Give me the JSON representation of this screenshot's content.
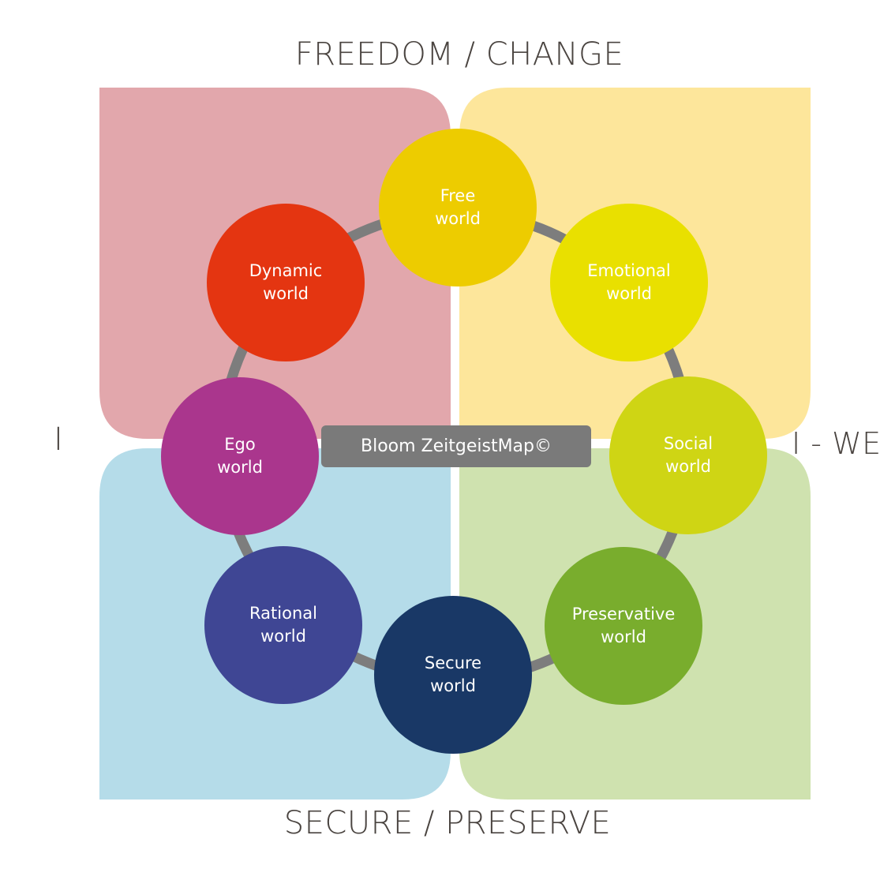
{
  "axes": {
    "top": "FREEDOM / CHANGE",
    "bottom": "SECURE / PRESERVE",
    "left": "I",
    "right": "I - WE"
  },
  "center_label": "Bloom ZeitgeistMap©",
  "quadrants": {
    "top_left_color": "#e2a7ac",
    "top_right_color": "#fde69b",
    "bottom_left_color": "#b5dce9",
    "bottom_right_color": "#cfe2af"
  },
  "ring_color": "#7d7d7d",
  "nodes": [
    {
      "id": "free",
      "line1": "Free",
      "line2": "world",
      "color": "#edcc00"
    },
    {
      "id": "emotional",
      "line1": "Emotional",
      "line2": "world",
      "color": "#e9e000"
    },
    {
      "id": "social",
      "line1": "Social",
      "line2": "world",
      "color": "#cfd514"
    },
    {
      "id": "preservative",
      "line1": "Preservative",
      "line2": "world",
      "color": "#79ad2d"
    },
    {
      "id": "secure",
      "line1": "Secure",
      "line2": "world",
      "color": "#193866"
    },
    {
      "id": "rational",
      "line1": "Rational",
      "line2": "world",
      "color": "#3f4694"
    },
    {
      "id": "ego",
      "line1": "Ego",
      "line2": "world",
      "color": "#aa368d"
    },
    {
      "id": "dynamic",
      "line1": "Dynamic",
      "line2": "world",
      "color": "#e43511"
    }
  ]
}
